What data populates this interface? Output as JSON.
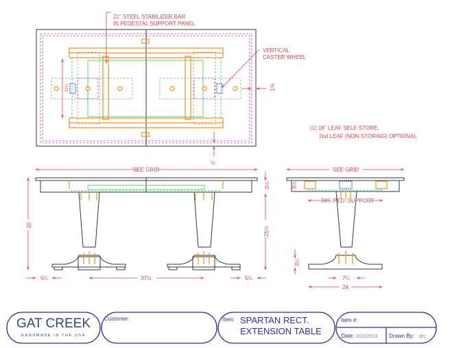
{
  "plan_view": {
    "stabilizer_note_line1": "21\" STEEL STABILIZER BAR",
    "stabilizer_note_line2": "IN PEDESTAL SUPPORT PANEL",
    "caster_note_line1": "VERTICAL",
    "caster_note_line2": "CASTER WHEEL",
    "dim_right": "1⅝",
    "dim_bottom": "½",
    "dim_left": "31½"
  },
  "leaf_note": {
    "line1": "(1) 18\" LEAF SELF-STORE,",
    "line2": "2nd LEAF (NON-STORING) OPTIONAL"
  },
  "front_view": {
    "width_label": "SEE GRID",
    "height": "30",
    "apron": "3½",
    "leg_height": "25½",
    "overhang_left": "5¼",
    "pedestal_spacing": "37½",
    "overhang_right": "5¼"
  },
  "side_view": {
    "width_label": "SEE GRID",
    "apron": "3½",
    "ped_support": "24¼ PED. SUPPORT",
    "base_height": "3¼",
    "column_base": "7¼",
    "base_width": "24"
  },
  "title_block": {
    "logo_name": "GAT CREEK",
    "logo_tagline": "HANDMADE IN THE USA",
    "customer_label": "Customer:",
    "customer_value": "",
    "item_label": "Item:",
    "item_line1": "SPARTAN RECT.",
    "item_line2": "EXTENSION TABLE",
    "item_number_label": "Item #:",
    "date_label": "Date:",
    "date_value": "8/10/2023",
    "drawn_by_label": "Drawn By:",
    "drawn_by_value": "drc"
  },
  "colors": {
    "dimension": "#e0404c",
    "title_block": "#3a2a9a",
    "hardware": "#f0901a"
  }
}
